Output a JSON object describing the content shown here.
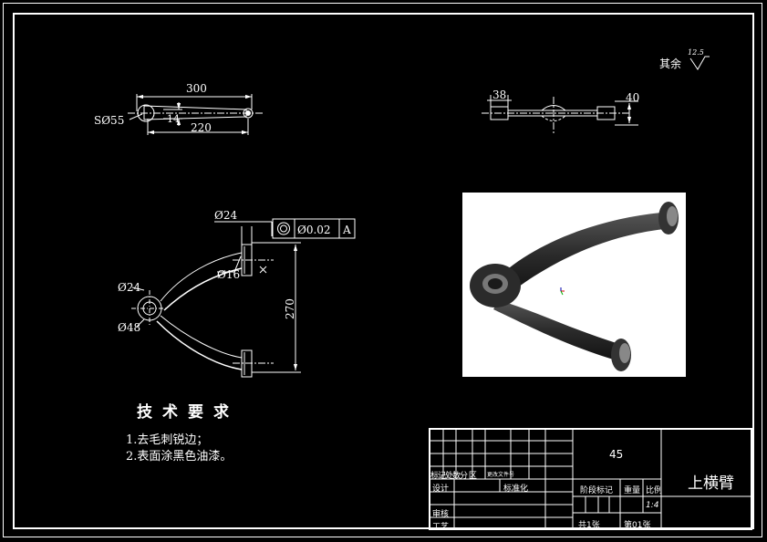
{
  "surface_note": {
    "label": "其余",
    "roughness": "12.5"
  },
  "top_view": {
    "dim_overall": "300",
    "dim_inner": "220",
    "dim_small": "14",
    "dim_sphere": "SØ55"
  },
  "side_view": {
    "dim_left": "38",
    "dim_right": "40"
  },
  "front_view": {
    "dim_bushing_dia": "Ø24",
    "dim_hole_dia": "Ø16",
    "dim_height": "270",
    "dim_boss_inner": "Ø24",
    "dim_boss_outer": "Ø48",
    "tolerance": {
      "value": "Ø0.02",
      "datum": "A"
    }
  },
  "tech_requirements": {
    "title": "技术要求",
    "items": [
      "1.去毛刺锐边；",
      "2.表面涂黑色油漆。"
    ]
  },
  "title_block": {
    "material": "45",
    "part_name": "上横臂",
    "stage_label": "阶段标记",
    "weight_label": "重量",
    "scale_label": "比例",
    "scale_value": "1:4",
    "revision_label": "标记处数分 区",
    "doc_no": "更改文件号",
    "design_label": "设计",
    "standardization_label": "标准化",
    "review_label": "审核",
    "process_label": "工艺",
    "sheet_total": "共1张",
    "sheet_no": "第01张"
  }
}
